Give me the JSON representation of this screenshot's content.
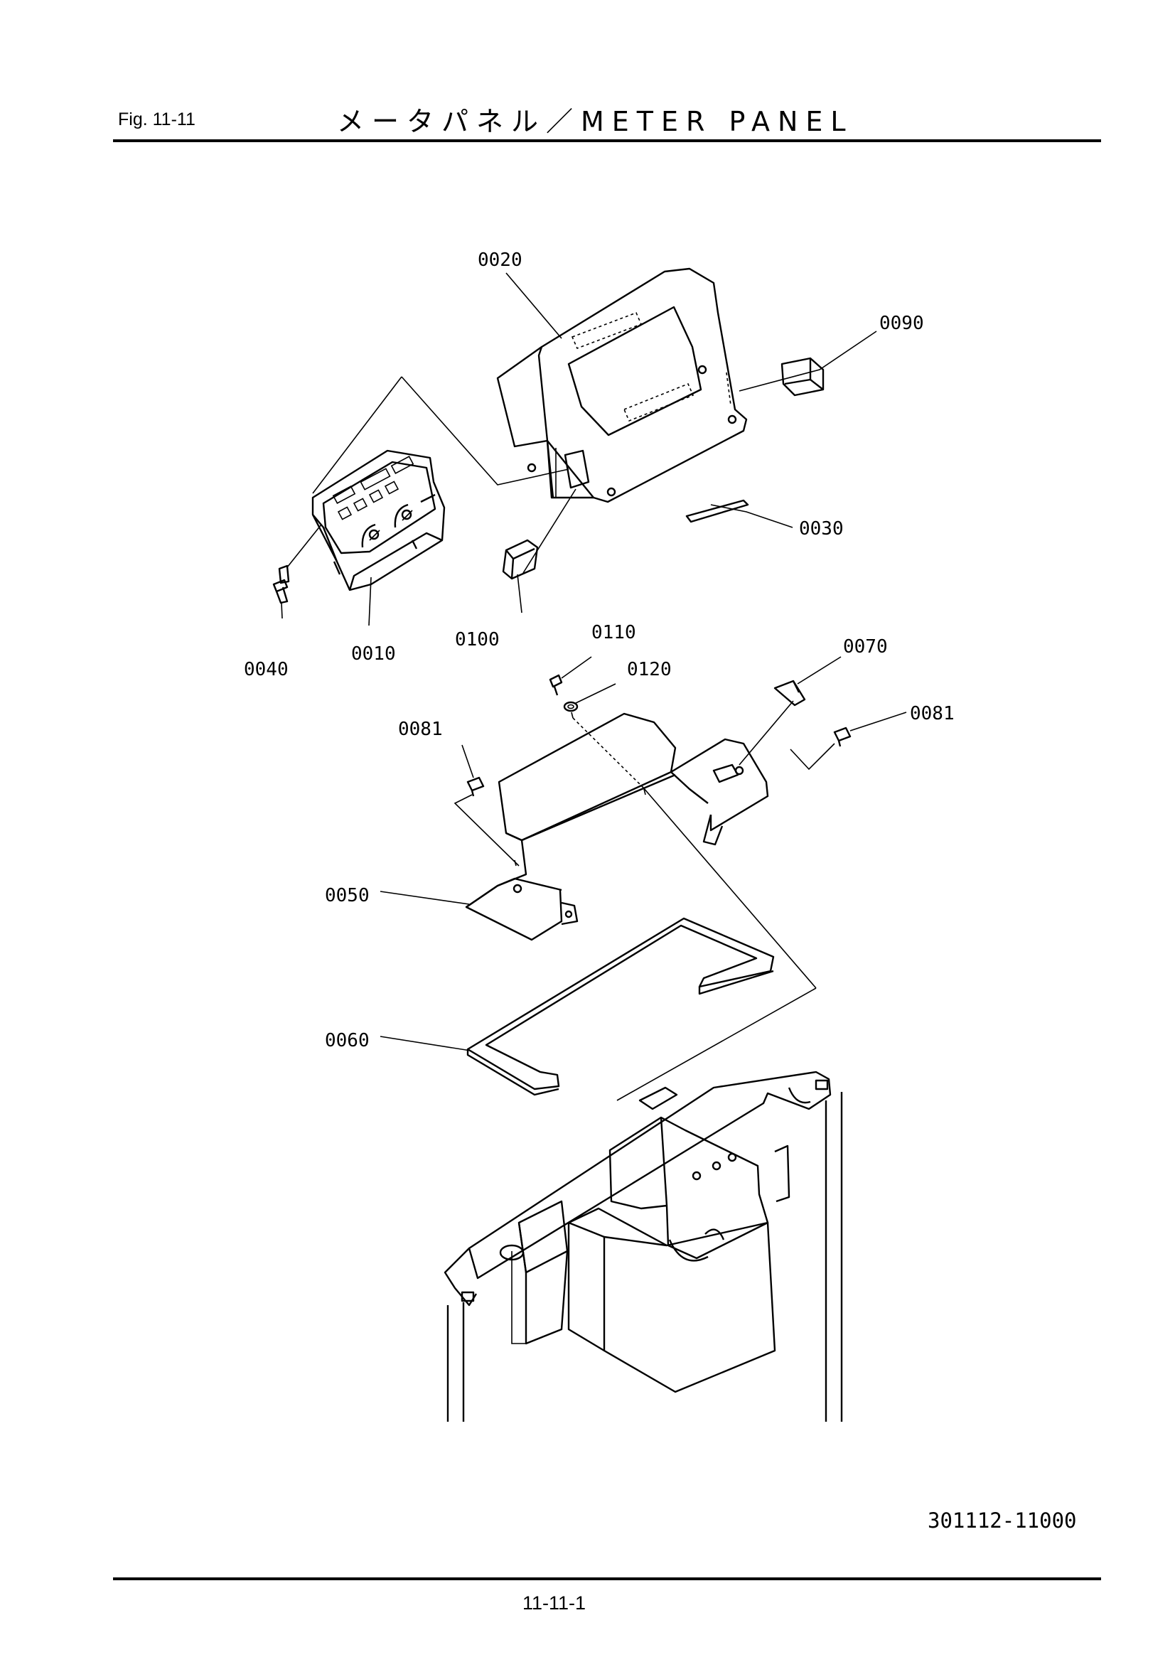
{
  "header": {
    "figure": "Fig.  11-11",
    "title": "メータパネル／METER PANEL"
  },
  "callouts": {
    "c0010": "0010",
    "c0020": "0020",
    "c0030": "0030",
    "c0040": "0040",
    "c0050": "0050",
    "c0060": "0060",
    "c0070": "0070",
    "c0081a": "0081",
    "c0081b": "0081",
    "c0090": "0090",
    "c0100": "0100",
    "c0110": "0110",
    "c0120": "0120"
  },
  "footer": {
    "drawing_number": "301112-11000",
    "page_number": "11-11-1"
  }
}
